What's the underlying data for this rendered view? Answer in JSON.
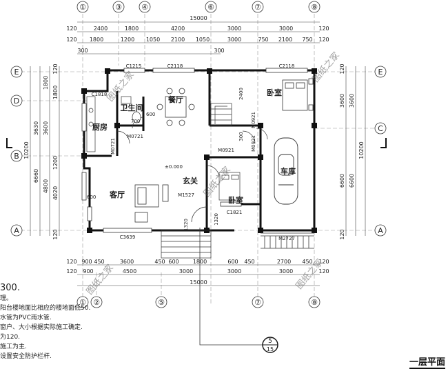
{
  "axes_top": [
    "①",
    "③",
    "④",
    "⑥",
    "⑦",
    "⑧"
  ],
  "axes_bottom": [
    "①",
    "②",
    "⑤",
    "⑦",
    "⑧"
  ],
  "axes_left": [
    "E",
    "D",
    "B",
    "A"
  ],
  "axes_right": [
    "E",
    "C",
    "A"
  ],
  "dims_top_total": "15000",
  "dims_top_1": [
    "120",
    "2400",
    "1800",
    "4200",
    "3000",
    "3000",
    "120"
  ],
  "dims_top_2": [
    "120",
    "1800",
    "1200",
    "1050",
    "2100",
    "1050",
    "3000",
    "750",
    "2100",
    "750",
    "120"
  ],
  "dims_top_3": [
    "300",
    "300"
  ],
  "dims_bottom_1": [
    "120",
    "900",
    "450",
    "3600",
    "450",
    "600",
    "1800",
    "600",
    "450",
    "2700",
    "450",
    "120"
  ],
  "dims_bottom_2": [
    "120",
    "900",
    "4500",
    "3000",
    "3000",
    "3000",
    "120"
  ],
  "dims_bottom_total": "15000",
  "dims_left_outer": "10200",
  "dims_left_mid": [
    "3630",
    "6660"
  ],
  "dims_left_in": [
    "1800",
    "1800",
    "3600",
    "4800",
    "4020",
    "1200",
    "120",
    "120"
  ],
  "dims_right_outer": "10200",
  "dims_right_in": [
    "3600",
    "6600",
    "120",
    "120"
  ],
  "rooms": {
    "dining": "餐厅",
    "bath": "卫生间",
    "kitchen": "厨房",
    "bedroom1": "卧室",
    "bedroom2": "卧室",
    "foyer": "玄关",
    "living": "客厅",
    "garage": "车库"
  },
  "labels": {
    "c1215": "C1215",
    "c2118a": "C2118",
    "c2118b": "C2118",
    "c1818": "C1818",
    "m0721a": "M0721",
    "m0721b": "M0721",
    "m0921a": "M0921",
    "m0921b": "M0921",
    "m0921c": "M0921",
    "m1527": "M1527",
    "c1821": "C1821",
    "c3639": "C3639",
    "m2727": "M2727",
    "elev": "±0.000",
    "s600a": "600",
    "s600b": "600",
    "s700": "700",
    "s2400": "2400",
    "s1320a": "1320",
    "s1320b": "1320",
    "s300": "300"
  },
  "watermark": "图纸之家",
  "detail_top": "5",
  "detail_bottom": "15",
  "notes": [
    "300.",
    "理。",
    "阳台楼地面比相应的楼地面低50.",
    "水管为PVC雨水管.",
    "窗户、大小根据实际施工确定.",
    "为120.",
    "施工为主.",
    "设置安全防护栏杆."
  ],
  "plan_title": "一层平面"
}
